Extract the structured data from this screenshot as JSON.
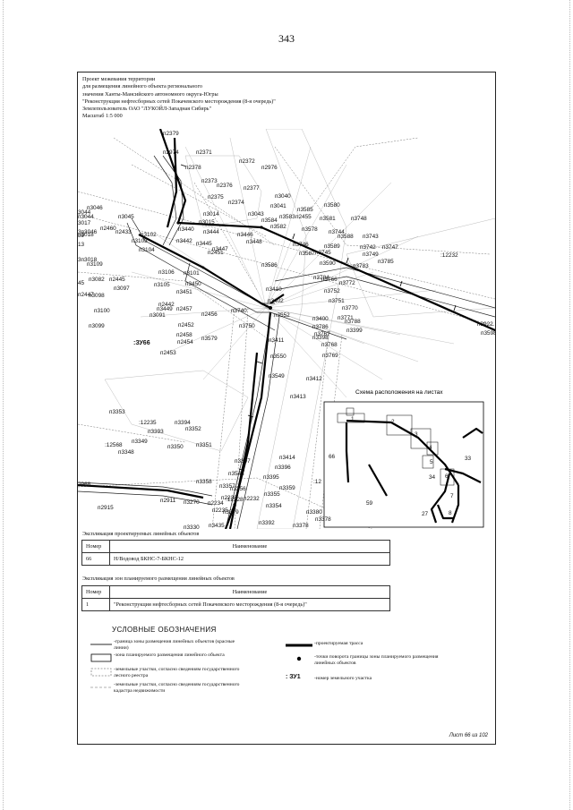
{
  "page_number": "343",
  "header": {
    "lines": [
      "Проект межевания территории",
      "для размещения линейного объекта регионального",
      "значения Ханты-Мансийского автономного округа-Югры",
      "\"Реконструкция нефтесборных сетей Покачевского месторождения (8-я очередь)\"",
      "Землепользователь ОАО \"ЛУКОЙЛ-Западная Сибирь\"",
      "Масштаб 1:5 000"
    ]
  },
  "map": {
    "labels": [
      "п2379",
      "п2974",
      "п2371",
      "п2378",
      "п2372",
      "п2976",
      "п2373",
      "п2376",
      "п2377",
      "п3040",
      "п2375",
      "п2374",
      "п3041",
      "п3585",
      "п3580",
      "п3014",
      "п3043",
      "п3583",
      "п2455",
      "п3581",
      "п3748",
      "п3015",
      "п3584",
      "п3582",
      "п3578",
      "п3744",
      "п3588",
      "п3440",
      "п3444",
      "п3446",
      "п3448",
      "п3442",
      "п3445",
      "п3447",
      "п3746",
      "п3589",
      "п3742",
      "п3747",
      "п3743",
      "п2451",
      "п3587",
      "п3745",
      "п3749",
      "п3785",
      "п3590",
      "п3783",
      "п3586",
      "п3784",
      "п3772",
      "п3766",
      "п3106",
      "п3101",
      "п3105",
      "п3450",
      "п3451",
      "п3098",
      "п2445",
      "п2447",
      "п3097",
      "п3752",
      "п3751",
      "п3770",
      "п3771",
      "п3400",
      "п3788",
      "п3786",
      "п3399",
      "п3767",
      "п3768",
      "п3769",
      "п3398",
      "п2456",
      "п3740",
      "п3750",
      "п3552",
      "п3411",
      "п3550",
      "п3549",
      "п3412",
      "п3413",
      "п3100",
      "п3449",
      "п2457",
      "п2452",
      "п2458",
      "п3579",
      "п2454",
      "п2453",
      "п3099",
      "п3102",
      "п3103",
      "п3104",
      "п2433",
      "п2460",
      "п3046",
      "п3045",
      "п3044",
      "п3018",
      "п3109",
      "п3082",
      "п3353",
      "п3394",
      "п3393",
      "п3352",
      "п3349",
      "п3350",
      "п3351",
      "п3348",
      "п3397",
      "п3414",
      "п3396",
      "п3548",
      "п3395",
      "п3358",
      "п3359",
      "п3357",
      "п3356",
      "п3355",
      "п3354",
      "п2915",
      "п2911",
      "п3270",
      "п3379",
      "п3392",
      "п3330",
      "п3435",
      "п3410",
      "п3402",
      "п3598",
      "п3922",
      "п3091",
      "п2442",
      "п2234",
      "п2238",
      "п2232",
      "п2235",
      "п3380",
      "п3378",
      "п3378"
    ],
    "parcel_label": ":ЗУ66",
    "extra_labels": [
      ":12235",
      ":12568",
      ":12228",
      ":12",
      ":12232",
      "3044",
      "3017",
      "3п3018",
      "3п3046",
      "39",
      "13",
      "45",
      "2968"
    ]
  },
  "inset": {
    "title": "Схема расположения на листах",
    "sheet_numbers": [
      "1",
      "2",
      "3",
      "4",
      "5",
      "6",
      "33",
      "34",
      "59",
      "66",
      "27",
      "8",
      "7"
    ]
  },
  "linear_objects_table": {
    "title": "Экспликация проектируемых линейных объектов",
    "headers": [
      "Номер",
      "Наименование"
    ],
    "rows": [
      [
        "66",
        "Н/Водовод БКНС-7-БКНС-12"
      ]
    ]
  },
  "zones_table": {
    "title": "Экспликация зон планируемого размещения линейных объектов",
    "headers": [
      "Номер",
      "Наименование"
    ],
    "rows": [
      [
        "1",
        "\"Реконструкция нефтесборных сетей Покачевского месторождения (8-я очередь)\""
      ]
    ]
  },
  "legend": {
    "title": "УСЛОВНЫЕ ОБОЗНАЧЕНИЯ",
    "items": [
      "-граница зоны размещения линейных объектов (красные линии)",
      "-зона планируемого размещения линейного объекта",
      "-земельные участки, согласно сведениям государственного лесного реестра",
      "-земельные участки, согласно сведениям государственного кадастра недвижимости",
      "-проектируемая трасса",
      "-точки поворота границы зоны планируемого размещения линейных объектов",
      "-номер земельного участка"
    ],
    "parcel_symbol": ": ЗУ1"
  },
  "sheet_label": "Лист 66 из 102"
}
